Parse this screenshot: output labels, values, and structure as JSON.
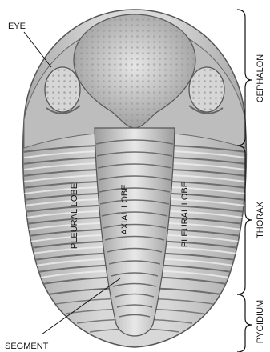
{
  "labels": {
    "eye": "EYE",
    "segment": "SEGMENT",
    "pleural_left": "PLEURAL LOBE",
    "axial": "AXIAL LOBE",
    "pleural_right": "PLEURAL LOBE",
    "cephalon": "CEPHALON",
    "thorax": "THORAX",
    "pygidium": "PYGIDIUM"
  },
  "colors": {
    "body_fill": "#c9c9c9",
    "shadow": "#8a8a8a",
    "highlight": "#eeeeee",
    "ink": "#111111"
  }
}
